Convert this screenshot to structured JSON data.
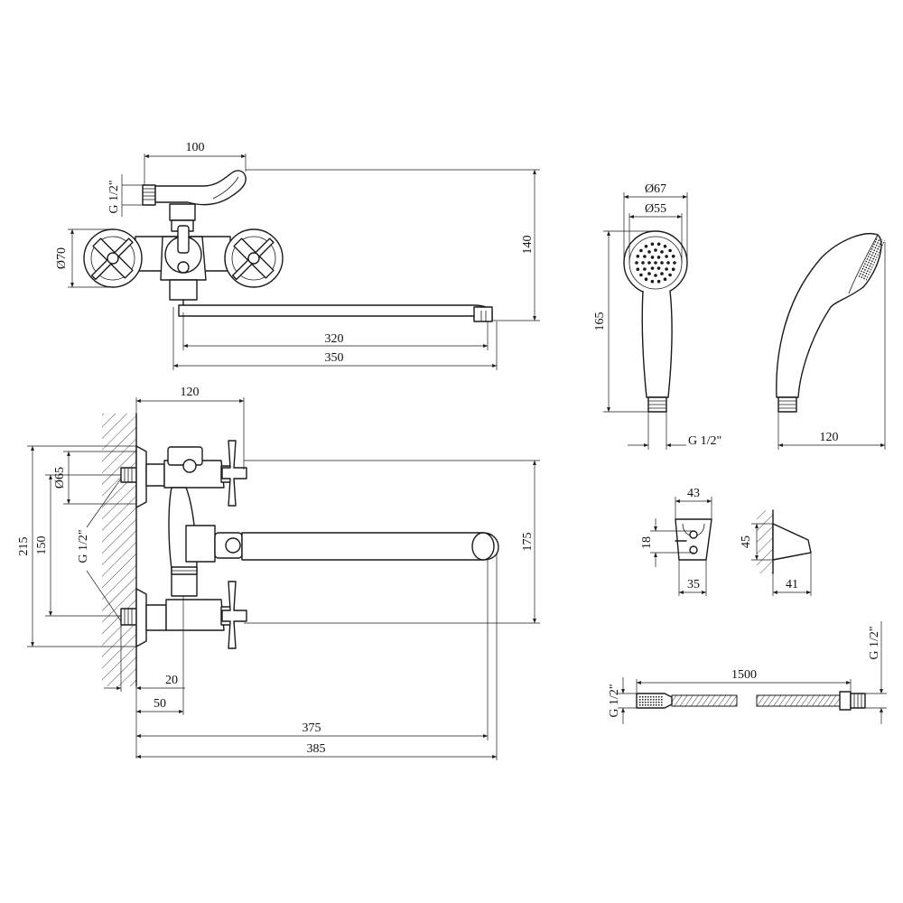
{
  "top_view": {
    "dim_inlet_spacing": "100",
    "dim_thread": "G 1/2\"",
    "dim_height": "140",
    "dim_flange": "Ø70",
    "dim_spout_320": "320",
    "dim_spout_350": "350"
  },
  "front_view": {
    "dim_width": "120",
    "dim_flange": "Ø65",
    "dim_thread": "G 1/2\"",
    "dim_215": "215",
    "dim_150": "150",
    "dim_175": "175",
    "dim_20": "20",
    "dim_50": "50",
    "dim_375": "375",
    "dim_385": "385"
  },
  "shower_head": {
    "dim_outer": "Ø67",
    "dim_inner": "Ø55",
    "dim_length": "165",
    "dim_thread": "G 1/2\"",
    "dim_side": "120"
  },
  "holder": {
    "dim_width": "43",
    "dim_hole": "18",
    "dim_base": "35",
    "dim_height": "45",
    "dim_depth": "41"
  },
  "hose": {
    "dim_length": "1500",
    "dim_thread_left": "G 1/2\"",
    "dim_thread_right": "G 1/2\""
  }
}
